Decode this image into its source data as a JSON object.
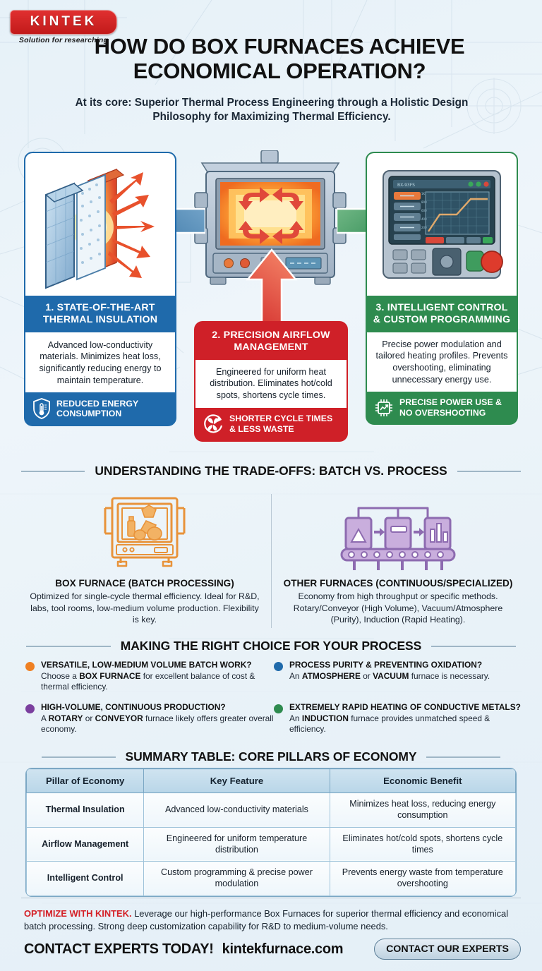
{
  "brand": {
    "logo_text": "KINTEK",
    "logo_tagline": "Solution for researching",
    "logo_color": "#cf1f24"
  },
  "header": {
    "title": "HOW DO BOX FURNACES ACHIEVE ECONOMICAL OPERATION?",
    "subtitle": "At its core: Superior Thermal Process Engineering through a Holistic Design Philosophy for Maximizing Thermal Efficiency."
  },
  "pillars": [
    {
      "number": "1",
      "heading": "1. STATE-OF-THE-ART THERMAL INSULATION",
      "body": "Advanced low-conductivity materials. Minimizes heat loss, significantly reducing energy to maintain temperature.",
      "benefit": "REDUCED ENERGY CONSUMPTION",
      "icon": "shield-thermometer-icon",
      "color": "#1f6aab"
    },
    {
      "number": "2",
      "heading": "2. PRECISION AIRFLOW MANAGEMENT",
      "body": "Engineered for uniform heat distribution. Eliminates hot/cold spots, shortens cycle times.",
      "benefit": "SHORTER CYCLE TIMES & LESS WASTE",
      "icon": "fan-cycle-icon",
      "color": "#cf2028"
    },
    {
      "number": "3",
      "heading": "3. INTELLIGENT CONTROL & CUSTOM PROGRAMMING",
      "body": "Precise power modulation and tailored heating profiles. Prevents overshooting, eliminating unnecessary energy use.",
      "benefit": "PRECISE POWER USE & NO OVERSHOOTING",
      "icon": "chip-chart-icon",
      "color": "#2e8b4f"
    }
  ],
  "tradeoffs": {
    "section_title": "UNDERSTANDING THE TRADE-OFFS: BATCH VS. PROCESS",
    "left": {
      "icon": "box-furnace-icon",
      "title": "BOX FURNACE (BATCH PROCESSING)",
      "body": "Optimized for single-cycle thermal efficiency. Ideal for R&D, labs, tool rooms, low-medium volume production. Flexibility is key.",
      "color": "#e8933a"
    },
    "right": {
      "icon": "continuous-line-icon",
      "title": "OTHER FURNACES (CONTINUOUS/SPECIALIZED)",
      "body": "Economy from high throughput or specific methods. Rotary/Conveyor (High Volume), Vacuum/Atmosphere (Purity), Induction (Rapid Heating).",
      "color": "#a585c4"
    }
  },
  "choice": {
    "section_title": "MAKING THE RIGHT CHOICE FOR YOUR PROCESS",
    "items": [
      {
        "dot_color": "#ef8023",
        "question": "VERSATILE, LOW-MEDIUM VOLUME BATCH WORK?",
        "answer_pre": "Choose a ",
        "answer_bold": "BOX FURNACE",
        "answer_post": " for excellent balance of cost & thermal efficiency."
      },
      {
        "dot_color": "#1f6aab",
        "question": "PROCESS PURITY & PREVENTING OXIDATION?",
        "answer_pre": "An ",
        "answer_bold": "ATMOSPHERE",
        "answer_mid": " or ",
        "answer_bold2": "VACUUM",
        "answer_post": " furnace is necessary."
      },
      {
        "dot_color": "#7b3f9e",
        "question": "HIGH-VOLUME, CONTINUOUS PRODUCTION?",
        "answer_pre": "A ",
        "answer_bold": "ROTARY",
        "answer_mid": " or ",
        "answer_bold2": "CONVEYOR",
        "answer_post": " furnace likely offers greater overall economy."
      },
      {
        "dot_color": "#2e8b4f",
        "question": "EXTREMELY RAPID HEATING OF CONDUCTIVE METALS?",
        "answer_pre": "An ",
        "answer_bold": "INDUCTION",
        "answer_post": " furnace provides unmatched speed & efficiency."
      }
    ]
  },
  "summary": {
    "section_title": "SUMMARY TABLE: CORE PILLARS OF ECONOMY",
    "columns": [
      "Pillar of Economy",
      "Key Feature",
      "Economic Benefit"
    ],
    "rows": [
      [
        "Thermal Insulation",
        "Advanced low-conductivity materials",
        "Minimizes heat loss, reducing energy consumption"
      ],
      [
        "Airflow Management",
        "Engineered for uniform temperature distribution",
        "Eliminates hot/cold spots, shortens cycle times"
      ],
      [
        "Intelligent Control",
        "Custom programming & precise power modulation",
        "Prevents energy waste from temperature overshooting"
      ]
    ]
  },
  "footer": {
    "highlight": "OPTIMIZE WITH KINTEK.",
    "paragraph": " Leverage our high-performance Box Furnaces for superior thermal efficiency and economical batch processing. Strong deep customization capability for R&D to medium-volume needs.",
    "cta_text": "CONTACT EXPERTS TODAY!",
    "cta_url": "kintekfurnace.com",
    "cta_button": "CONTACT OUR EXPERTS"
  }
}
